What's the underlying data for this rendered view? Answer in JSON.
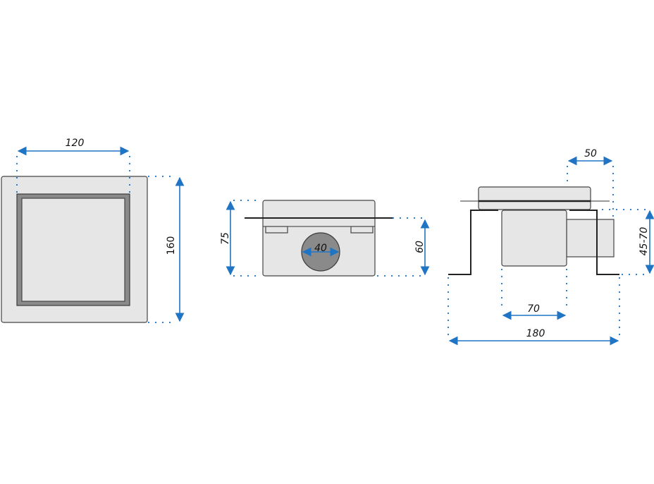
{
  "top_view": {
    "width_label": "120",
    "height_label": "160"
  },
  "front_view": {
    "height_label": "75",
    "inner_height_label": "60",
    "outlet_label": "40"
  },
  "side_view": {
    "outlet_length_label": "50",
    "depth_label": "45-70",
    "body_label": "70",
    "flange_label": "180"
  },
  "colors": {
    "dimension": "#1f74c4",
    "body": "#e6e6e6",
    "frame": "#8a8a8a"
  }
}
